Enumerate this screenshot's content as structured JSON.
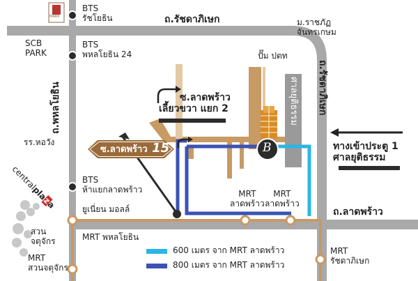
{
  "logo": {
    "text": "MARK"
  },
  "stations": {
    "bts_ratchayothin": [
      "BTS",
      "รัชโยธิน"
    ],
    "bts_phahonyothin24": [
      "BTS",
      "พหลโยธิน 24"
    ],
    "bts_haeyaek": [
      "BTS",
      "ห้าแยกลาดพร้าว"
    ],
    "mrt_ladprao_1": [
      "MRT",
      "ลาดพร้าว"
    ],
    "mrt_ladprao_2": [
      "MRT",
      "ลาดพร้าว"
    ],
    "mrt_phahonyothin": "MRT พหลโยธิน",
    "mrt_ratchadaphisek": [
      "MRT",
      "รัชดาภิเษก"
    ],
    "mrt_chatuchak": [
      "MRT",
      "สวนจตุจักร"
    ]
  },
  "roads": {
    "ratchadaphisek_top": "ถ.รัชดาภิเษก",
    "ratchadaphisek_right": "ถ.รัชดาภิเษก",
    "phahonyothin": "ถ.พหลโยธิน",
    "ladprao": "ถ.ลาดพร้าว"
  },
  "places": {
    "scb_park": [
      "SCB",
      "PARK"
    ],
    "chandrakasem": [
      "ม.ราชภัฏ",
      "จันทรเกษม"
    ],
    "ptt": "ปั๊ม ปตท",
    "court": "ศาลยุติธรรม",
    "howang": "รร.หอวัง",
    "central": [
      "central",
      "pla",
      "z",
      "a"
    ],
    "union_mall": "ยูเนี่ยน มอลล์",
    "chatuchak_park": [
      "สวน",
      "จตุจักร"
    ]
  },
  "soi": {
    "label": "ซ.ลาดพร้าว",
    "number": "15"
  },
  "direction": [
    "ซ.ลาดพร้าว",
    "เลี้ยวขวา แยก 2"
  ],
  "gate": [
    "ทางเข้าประตู 1",
    "ศาลยุติธรรม"
  ],
  "brand_mark": "B",
  "legend": [
    {
      "label": "600 เมตร จาก MRT ลาดพร้าว",
      "color": "#29b6e6"
    },
    {
      "label": "800 เมตร จาก MRT ลาดพร้าว",
      "color": "#3b52b4"
    }
  ]
}
